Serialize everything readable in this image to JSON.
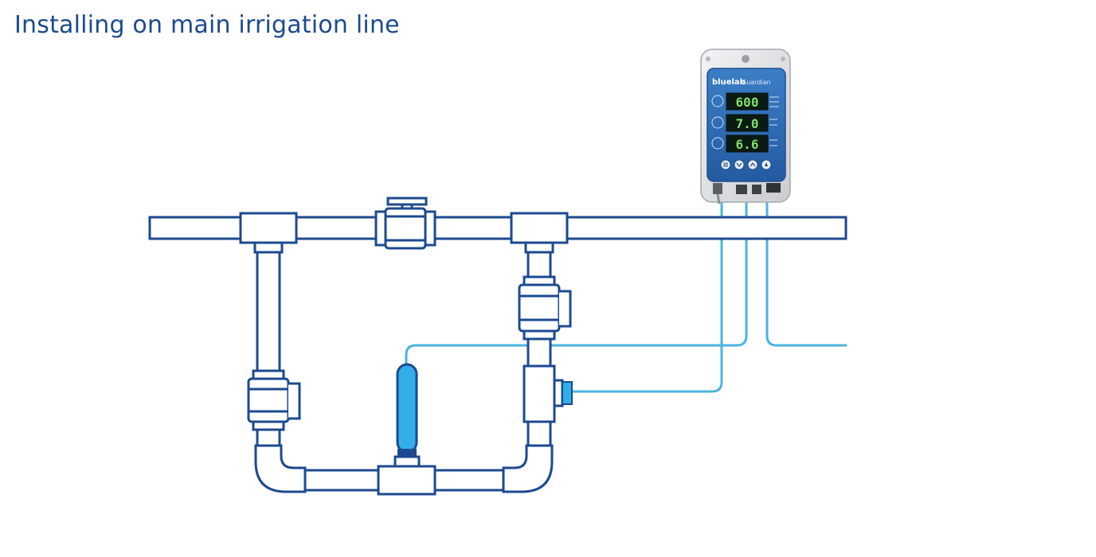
{
  "title": "Installing on main irrigation line",
  "controller": {
    "brand": "bluelab",
    "model": "Guardian",
    "readouts": [
      {
        "value": "600"
      },
      {
        "value": "7.0"
      },
      {
        "value": "6.6"
      }
    ]
  },
  "colors": {
    "pipe_outline": "#1c4a8f",
    "cable": "#4bb3e0",
    "probe": "#33aee8",
    "controller_face": "#2d6eb8",
    "led_green": "#7ee06b",
    "title": "#1c4a8f"
  },
  "icons": [
    "controller-unit",
    "electrode-probe",
    "sensor-probe",
    "ball-valve-icon"
  ]
}
